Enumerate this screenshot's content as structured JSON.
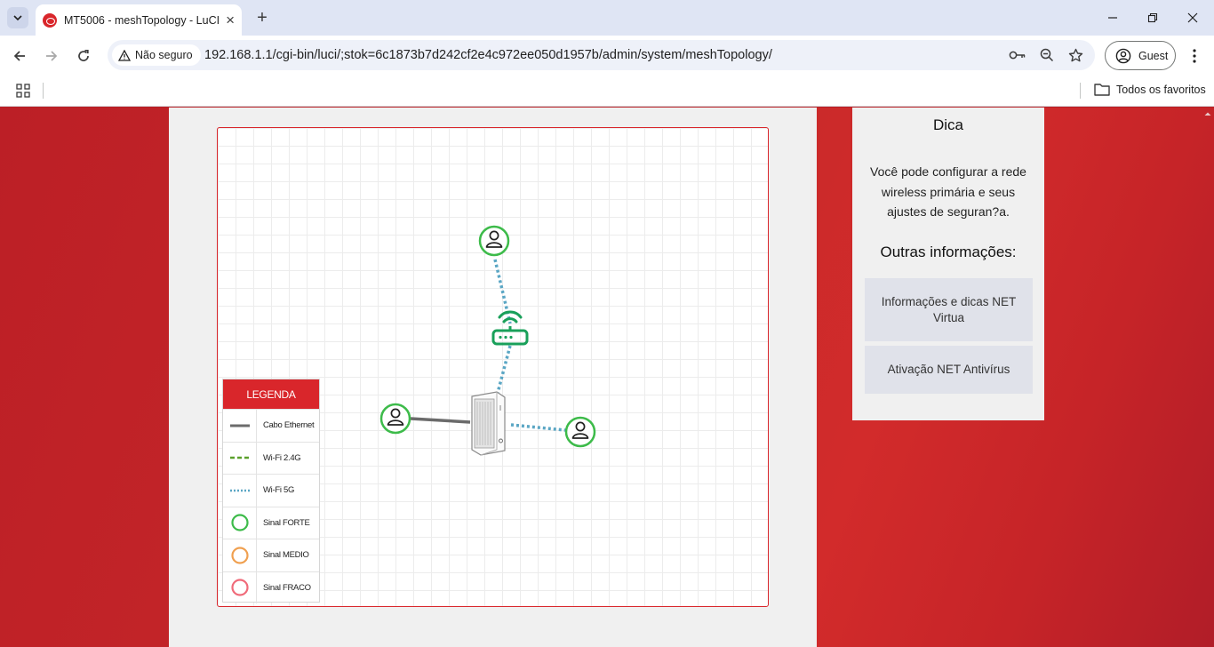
{
  "browser": {
    "tab_title": "MT5006 - meshTopology - LuCI",
    "security_label": "Não seguro",
    "url": "192.168.1.1/cgi-bin/luci/;stok=6c1873b7d242cf2e4c972ee050d1957b/admin/system/meshTopology/",
    "profile_label": "Guest",
    "bookmarks_folder": "Todos os favoritos"
  },
  "legend": {
    "title": "LEGENDA",
    "items": [
      {
        "label": "Cabo Ethernet",
        "color": "#6b6b6b"
      },
      {
        "label": "Wi-Fi 2.4G",
        "color": "#5aa02c"
      },
      {
        "label": "Wi-Fi 5G",
        "color": "#5aa6c4"
      },
      {
        "label": "Sinal FORTE",
        "color": "#3dbb4a"
      },
      {
        "label": "Sinal MEDIO",
        "color": "#f0a050"
      },
      {
        "label": "Sinal FRACO",
        "color": "#f06b7a"
      }
    ]
  },
  "topology": {
    "nodes": [
      {
        "name": "client-top",
        "signal": "FORTE",
        "link": "Wi-Fi 5G",
        "via": "mesh-extender"
      },
      {
        "name": "mesh-extender",
        "link": "Wi-Fi 5G",
        "via": "main-router"
      },
      {
        "name": "client-left",
        "signal": "FORTE",
        "link": "Cabo Ethernet",
        "via": "main-router"
      },
      {
        "name": "client-right",
        "signal": "FORTE",
        "link": "Wi-Fi 5G",
        "via": "main-router"
      }
    ]
  },
  "tip": {
    "title": "Dica",
    "text": "Você pode configurar a rede wireless primária e seus ajustes de seguran?a.",
    "other_title": "Outras informações:",
    "buttons": [
      "Informações e dicas NET Virtua",
      "Ativação NET Antivírus"
    ]
  },
  "colors": {
    "brand_red": "#d9262b",
    "signal_strong": "#3dbb4a",
    "wifi_5g": "#5aa6c4",
    "ethernet": "#6b6b6b"
  }
}
